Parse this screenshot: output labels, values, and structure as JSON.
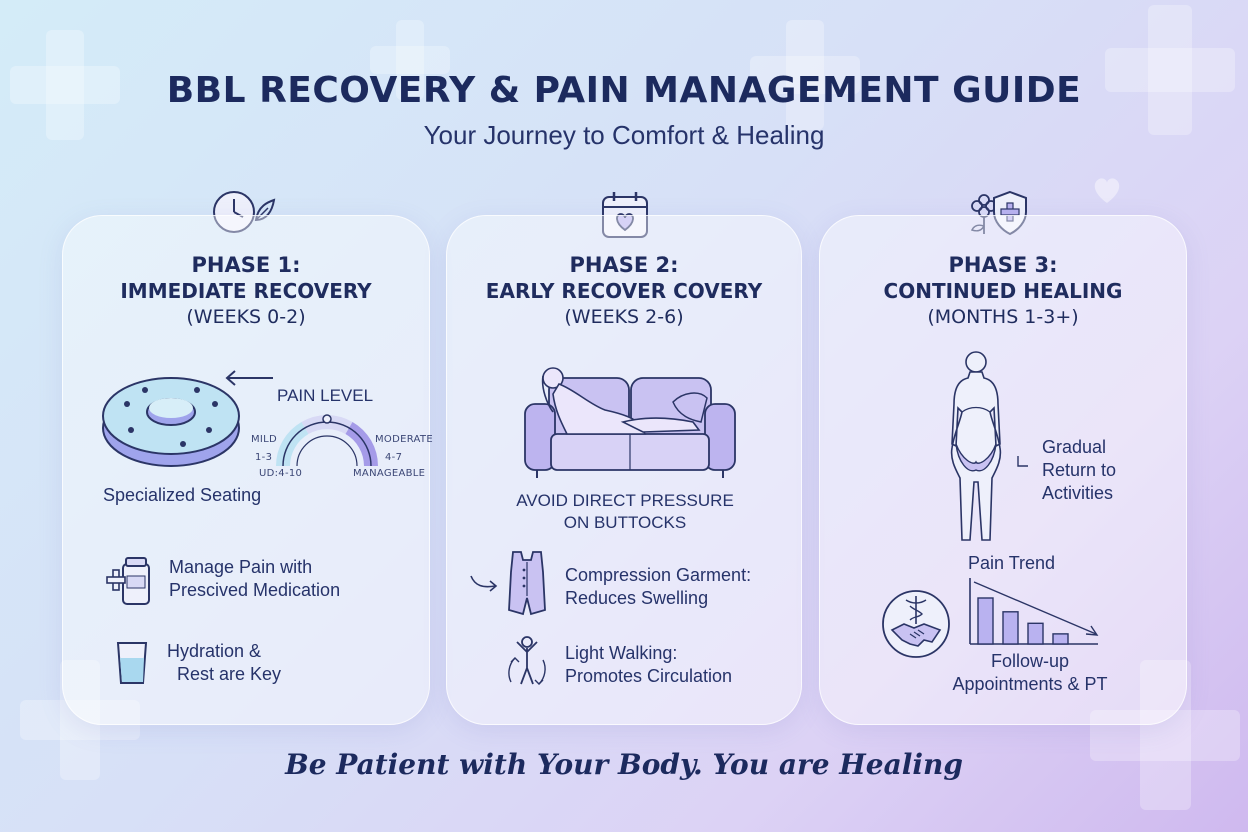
{
  "title": "BBL RECOVERY & PAIN MANAGEMENT GUIDE",
  "subtitle": "Your Journey to Comfort & Healing",
  "phases": [
    {
      "heading1": "PHASE 1:",
      "heading2": "IMMEDIATE RECOVERY",
      "timeframe": "(WEEKS 0-2)",
      "icon": "clock-leaf-icon",
      "pain_gauge": {
        "title": "PAIN LEVEL",
        "mild_label": "MILD",
        "mild_range": "1-3",
        "moderate_label": "MODERATE",
        "moderate_range": "4-7",
        "scale_label": "UD:4-10",
        "manageable_label": "MANAGEABLE"
      },
      "items": [
        {
          "text": "Specialized Seating",
          "icon": "donut-cushion-icon"
        },
        {
          "text1": "Manage Pain with",
          "text2": "Prescived Medication",
          "icon": "medication-bottle-icon"
        },
        {
          "text1": "Hydration &",
          "text2": "Rest are Key",
          "icon": "water-glass-icon"
        }
      ]
    },
    {
      "heading1": "PHASE 2:",
      "heading2": "EARLY RECOVER COVERY",
      "timeframe": "(WEEKS 2-6)",
      "icon": "calendar-heart-icon",
      "items": [
        {
          "text1": "AVOID DIRECT PRESSURE",
          "text2": "ON BUTTOCKS",
          "icon": "woman-on-sofa-icon"
        },
        {
          "text1": "Compression Garment:",
          "text2": "Reduces Swelling",
          "icon": "compression-garment-icon"
        },
        {
          "text1": "Light Walking:",
          "text2": "Promotes Circulation",
          "icon": "walking-person-icon"
        }
      ]
    },
    {
      "heading1": "PHASE 3:",
      "heading2": "CONTINUED HEALING",
      "timeframe": "(MONTHS 1-3+)",
      "icon": "flower-shield-icon",
      "items": [
        {
          "text1": "Gradual",
          "text2": "Return to",
          "text3": "Activities",
          "icon": "body-silhouette-icon"
        },
        {
          "text1": "Follow-up",
          "text2": "Appointments & PT",
          "icon": "handshake-caduceus-icon"
        }
      ],
      "pain_trend": {
        "title": "Pain Trend",
        "bars": [
          1.0,
          0.7,
          0.45,
          0.22
        ]
      }
    }
  ],
  "footer": "Be Patient with Your Body. You are Healing",
  "colors": {
    "navy": "#1c2a5e",
    "lavender": "#a9a3ee",
    "light_blue": "#bfe3f3",
    "accent_purple": "#8f7fdc"
  }
}
